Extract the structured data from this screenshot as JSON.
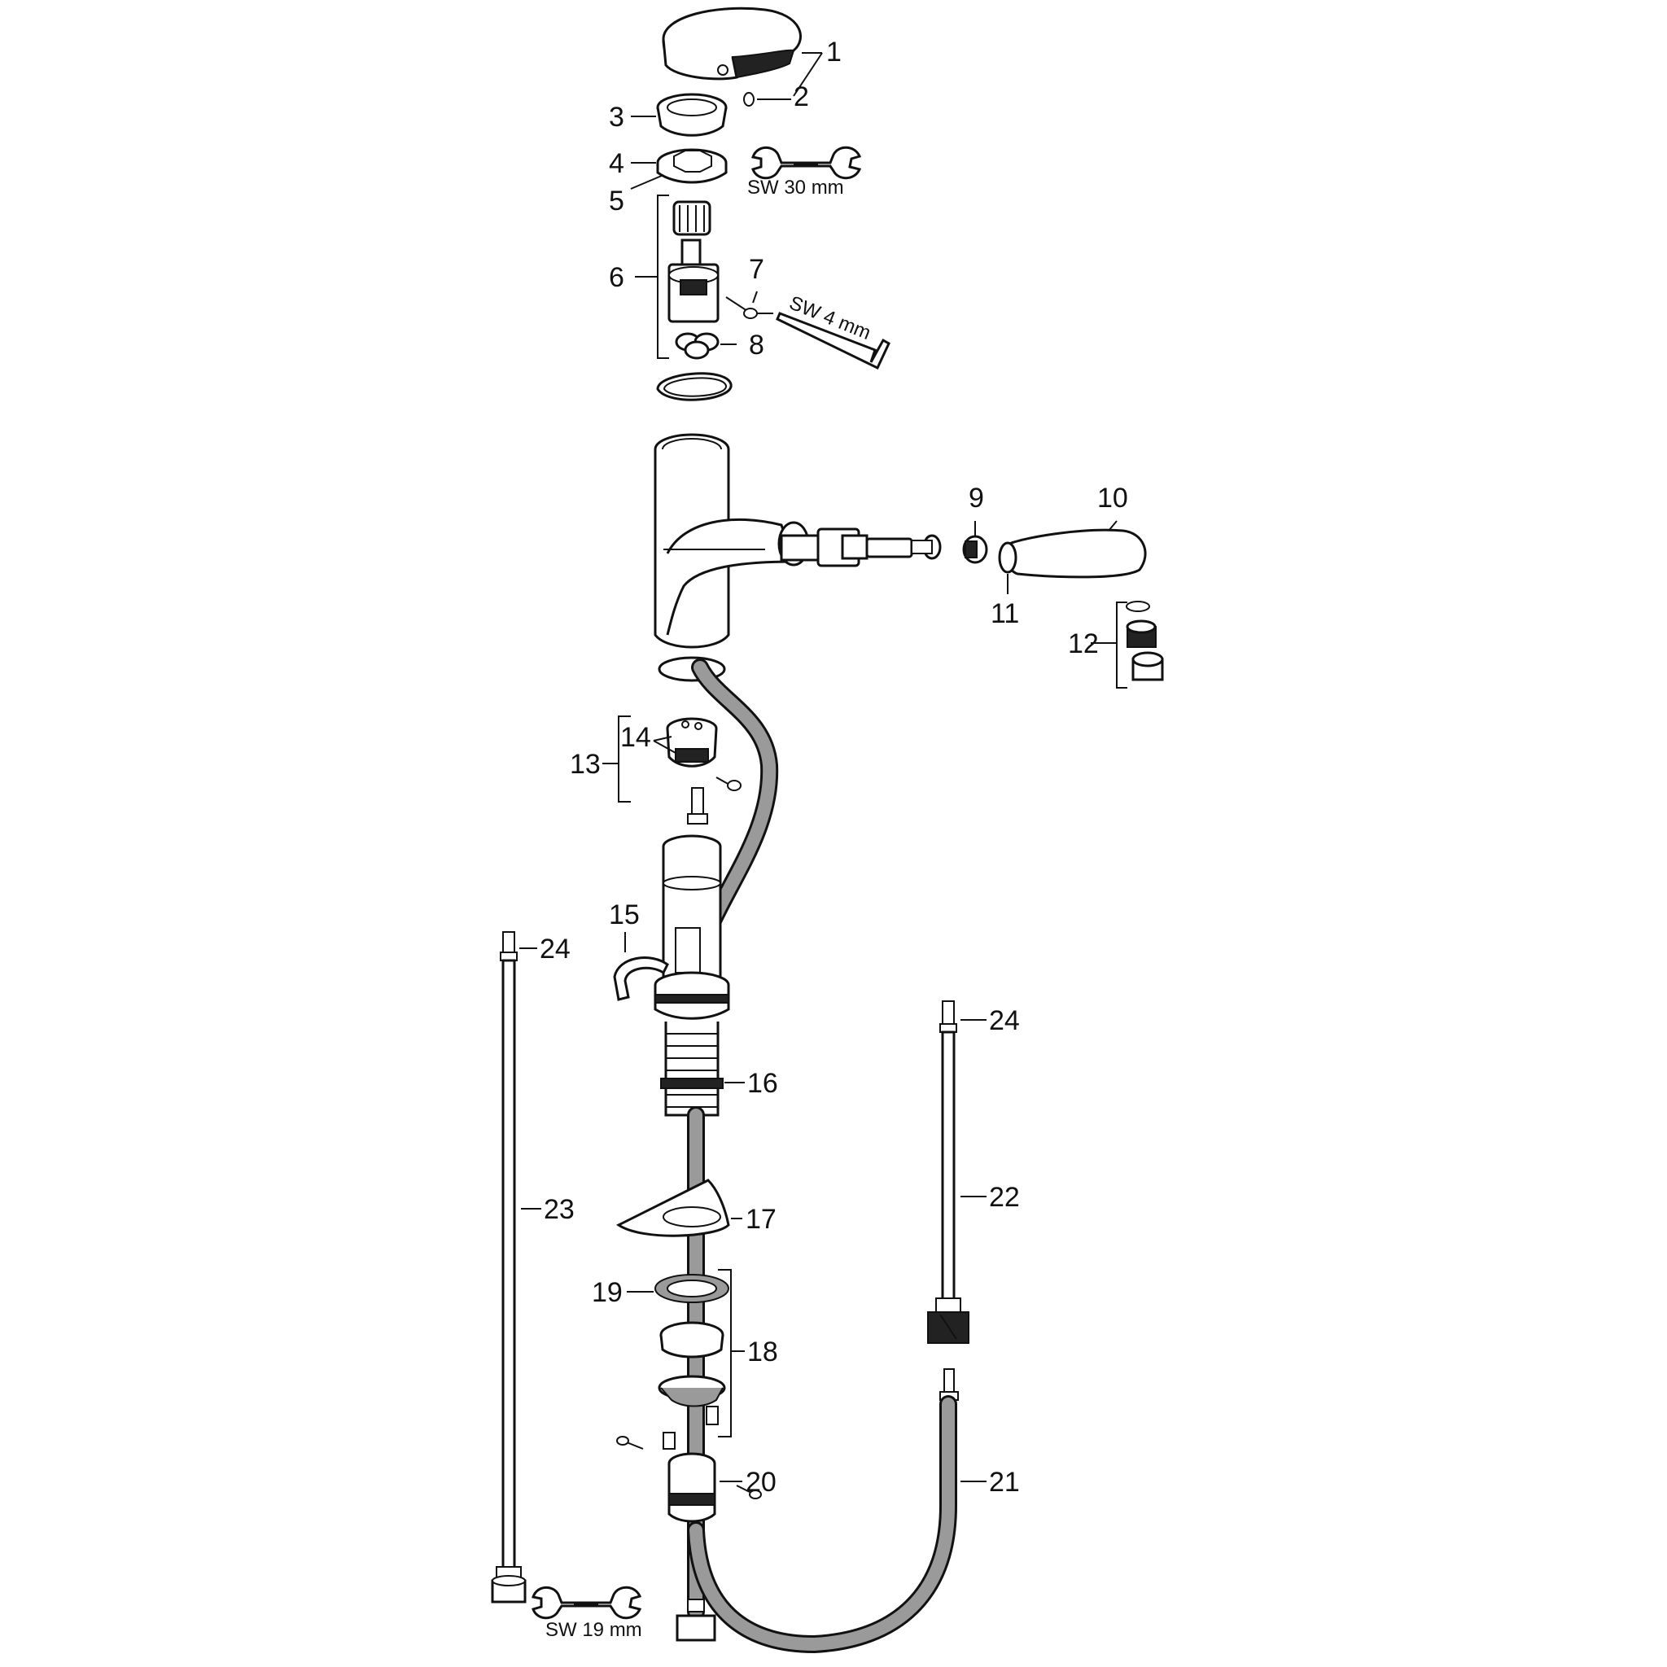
{
  "callouts": [
    {
      "id": "1",
      "text": "1"
    },
    {
      "id": "2",
      "text": "2"
    },
    {
      "id": "3",
      "text": "3"
    },
    {
      "id": "4",
      "text": "4"
    },
    {
      "id": "5",
      "text": "5"
    },
    {
      "id": "6",
      "text": "6"
    },
    {
      "id": "7",
      "text": "7"
    },
    {
      "id": "8",
      "text": "8"
    },
    {
      "id": "9",
      "text": "9"
    },
    {
      "id": "10",
      "text": "10"
    },
    {
      "id": "11",
      "text": "11"
    },
    {
      "id": "12",
      "text": "12"
    },
    {
      "id": "13",
      "text": "13"
    },
    {
      "id": "14",
      "text": "14"
    },
    {
      "id": "15",
      "text": "15"
    },
    {
      "id": "16",
      "text": "16"
    },
    {
      "id": "17",
      "text": "17"
    },
    {
      "id": "18",
      "text": "18"
    },
    {
      "id": "19",
      "text": "19"
    },
    {
      "id": "20",
      "text": "20"
    },
    {
      "id": "21",
      "text": "21"
    },
    {
      "id": "22",
      "text": "22"
    },
    {
      "id": "23",
      "text": "23"
    },
    {
      "id": "24a",
      "text": "24"
    },
    {
      "id": "24b",
      "text": "24"
    }
  ],
  "tools": {
    "wrench_top": "SW 30 mm",
    "hex_key": "SW 4 mm",
    "wrench_bottom": "SW 19 mm"
  }
}
